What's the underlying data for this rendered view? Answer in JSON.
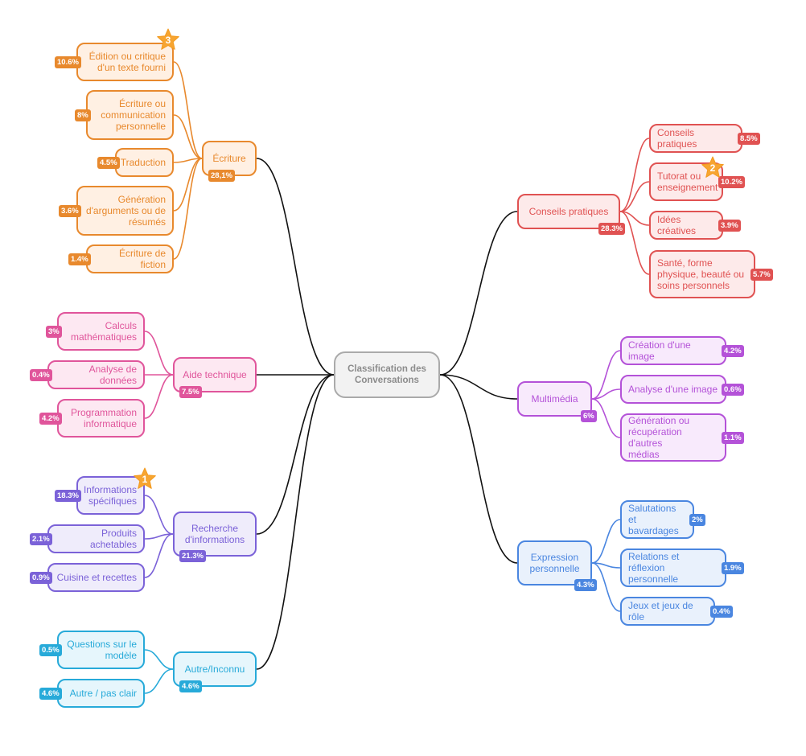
{
  "root": {
    "label": "Classification des\nConversations"
  },
  "branches": [
    {
      "id": "ecriture",
      "label": "Écriture",
      "pct": "28,1%",
      "side": "left",
      "color": "#e8892d",
      "fill": "#fff0e3",
      "children": [
        {
          "label": "Édition ou critique\nd'un texte fourni",
          "pct": "10.6%",
          "rank": "3"
        },
        {
          "label": "Écriture ou\ncommunication\npersonnelle",
          "pct": "8%"
        },
        {
          "label": "Traduction",
          "pct": "4.5%"
        },
        {
          "label": "Génération\nd'arguments ou de\nrésumés",
          "pct": "3.6%"
        },
        {
          "label": "Écriture de fiction",
          "pct": "1.4%"
        }
      ]
    },
    {
      "id": "aide",
      "label": "Aide technique",
      "pct": "7.5%",
      "side": "left",
      "color": "#e0559b",
      "fill": "#fde8f2",
      "children": [
        {
          "label": "Calculs\nmathématiques",
          "pct": "3%"
        },
        {
          "label": "Analyse de données",
          "pct": "0.4%"
        },
        {
          "label": "Programmation\ninformatique",
          "pct": "4.2%"
        }
      ]
    },
    {
      "id": "recherche",
      "label": "Recherche\nd'informations",
      "pct": "21.3%",
      "side": "left",
      "color": "#7b62d8",
      "fill": "#efecfb",
      "children": [
        {
          "label": "Informations\nspécifiques",
          "pct": "18.3%",
          "rank": "1"
        },
        {
          "label": "Produits achetables",
          "pct": "2.1%"
        },
        {
          "label": "Cuisine et recettes",
          "pct": "0.9%"
        }
      ]
    },
    {
      "id": "autre",
      "label": "Autre/Inconnu",
      "pct": "4.6%",
      "side": "left",
      "color": "#27aad9",
      "fill": "#e6f6fc",
      "children": [
        {
          "label": "Questions sur le\nmodèle",
          "pct": "0.5%"
        },
        {
          "label": "Autre / pas clair",
          "pct": "4.6%"
        }
      ]
    },
    {
      "id": "conseils",
      "label": "Conseils pratiques",
      "pct": "28.3%",
      "side": "right",
      "color": "#e05252",
      "fill": "#fdeaea",
      "children": [
        {
          "label": "Conseils pratiques",
          "pct": "8.5%"
        },
        {
          "label": "Tutorat ou\nenseignement",
          "pct": "10.2%",
          "rank": "2"
        },
        {
          "label": "Idées créatives",
          "pct": "3.9%"
        },
        {
          "label": "Santé, forme\nphysique, beauté ou\nsoins personnels",
          "pct": "5.7%"
        }
      ]
    },
    {
      "id": "multimedia",
      "label": "Multimédia",
      "pct": "6%",
      "side": "right",
      "color": "#b452d8",
      "fill": "#f8eafc",
      "children": [
        {
          "label": "Création d'une image",
          "pct": "4.2%"
        },
        {
          "label": "Analyse d'une image",
          "pct": "0.6%"
        },
        {
          "label": "Génération ou\nrécupération d'autres\nmédias",
          "pct": "1.1%"
        }
      ]
    },
    {
      "id": "expression",
      "label": "Expression\npersonnelle",
      "pct": "4.3%",
      "side": "right",
      "color": "#4a86e0",
      "fill": "#e9f1fc",
      "children": [
        {
          "label": "Salutations et\nbavardages",
          "pct": "2%"
        },
        {
          "label": "Relations et réflexion\npersonnelle",
          "pct": "1.9%"
        },
        {
          "label": "Jeux et jeux de rôle",
          "pct": "0.4%"
        }
      ]
    }
  ],
  "colors": {
    "line": "#111111",
    "star": "#f7a531",
    "star_stroke": "#f39a1e"
  }
}
